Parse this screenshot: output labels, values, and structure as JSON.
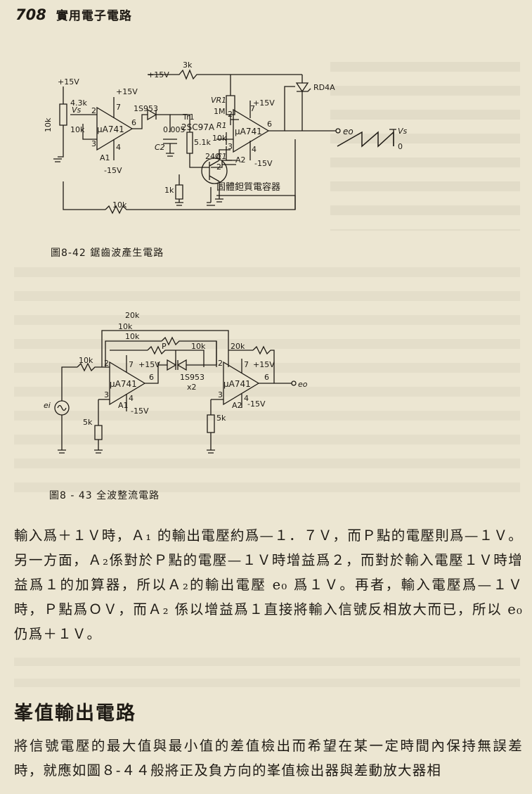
{
  "header": {
    "page_number": "708",
    "running_title": "實用電子電路"
  },
  "figure_8_42": {
    "caption": "圖8-42  鋸齒波產生電路",
    "labels": {
      "plus15_a": "+15V",
      "r43k": "4.3k",
      "r10k_pot": "10k",
      "vs": "Vs",
      "r10k_in": "10k",
      "a1": "A1",
      "ua741_a": "μA741",
      "plus15_b": "+15V",
      "minus15_a": "-15V",
      "diode1": "1S953",
      "c2_val": "0.005",
      "c2": "C2",
      "tr1": "Tr1",
      "tr_part": "2SC97A",
      "r51k": "5.1k",
      "r1k": "1k",
      "r24": "24Ω",
      "plus15_c": "+15V",
      "r3k": "3k",
      "vr1": "VR1",
      "r1m": "1M",
      "r1": "R1",
      "r10k_b": "10k",
      "c1": "C1",
      "c1_val": "2",
      "a2": "A2",
      "ua741_b": "μA741",
      "plus15_d": "+15V",
      "minus15_b": "-15V",
      "zener": "RD4A",
      "out": "eo",
      "vs_out": "Vs",
      "zero": "0",
      "r10k_fb": "10k",
      "cap_note": "固體鉭質電容器",
      "pin2": "2",
      "pin3": "3",
      "pin4": "4",
      "pin6": "6",
      "pin7": "7"
    }
  },
  "figure_8_43": {
    "caption": "圖8 - 43  全波整流電路",
    "labels": {
      "r20k_top": "20k",
      "r10k_top": "10k",
      "r10k_mid": "10k",
      "p": "P",
      "r10k_r": "10k",
      "r20k_r": "20k",
      "r10k_in": "10k",
      "ei": "ei",
      "ua741_a": "μA741",
      "plus15_a": "+15V",
      "a1": "A1",
      "minus15_a": "-15V",
      "diodes": "1S953",
      "x2": "x2",
      "ua741_b": "μA741",
      "plus15_b": "+15V",
      "a2": "A2",
      "minus15_b": "-15V",
      "out": "eo",
      "r5k_a": "5k",
      "r5k_b": "5k",
      "pin2": "2",
      "pin3": "3",
      "pin4": "4",
      "pin6": "6",
      "pin7": "7"
    }
  },
  "paragraphs": [
    "輸入爲＋１Ｖ時，Ａ₁ 的輸出電壓約爲—１．７Ｖ，而Ｐ點的電壓則爲—１Ｖ。另一方面，Ａ₂係對於Ｐ點的電壓—１Ｖ時增益爲２，而對於輸入電壓１Ｖ時增益爲１的加算器，所以Ａ₂的輸出電壓 e₀ 爲１Ｖ。再者，輸入電壓爲—１Ｖ時，Ｐ點爲ＯＶ，而Ａ₂ 係以增益爲１直接將輸入信號反相放大而已，所以 e₀ 仍爲＋１Ｖ。"
  ],
  "section_title": "峯值輸出電路",
  "last_paragraph": "將信號電壓的最大值與最小值的差值檢出而希望在某一定時間內保持無誤差時，就應如圖８-４４般將正及負方向的峯值檢出器與差動放大器相"
}
